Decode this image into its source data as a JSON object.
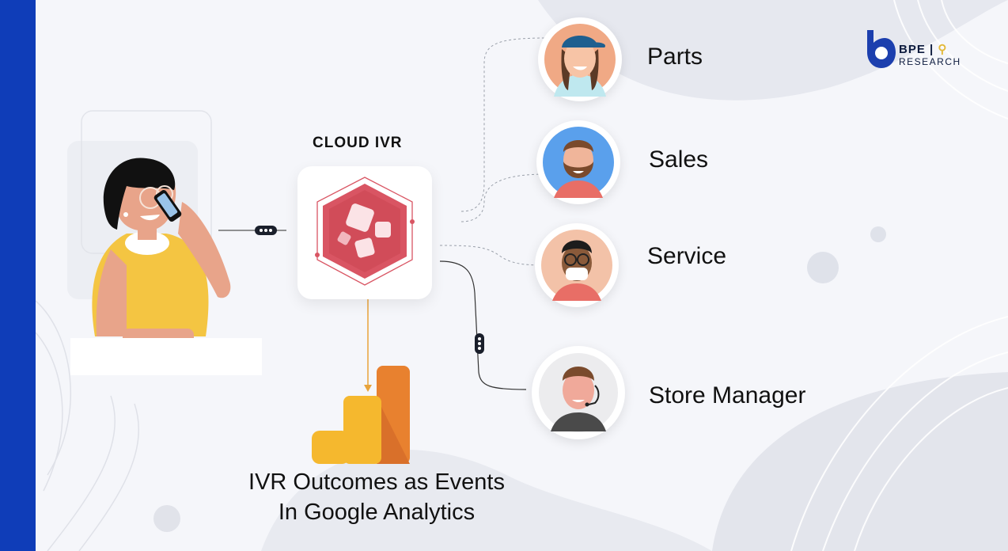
{
  "diagram": {
    "hub_title": "CLOUD IVR",
    "departments": [
      {
        "label": "Parts"
      },
      {
        "label": "Sales"
      },
      {
        "label": "Service"
      },
      {
        "label": "Store Manager"
      }
    ],
    "outcome_line1": "IVR Outcomes as Events",
    "outcome_line2": "In Google Analytics"
  },
  "brand": {
    "name": "BPE | ",
    "sub": "RESEARCH"
  },
  "colors": {
    "accent_blue": "#0f3db8",
    "ivr_red": "#d95563",
    "analytics_yellow": "#f5b82e",
    "analytics_orange": "#e8812f"
  }
}
